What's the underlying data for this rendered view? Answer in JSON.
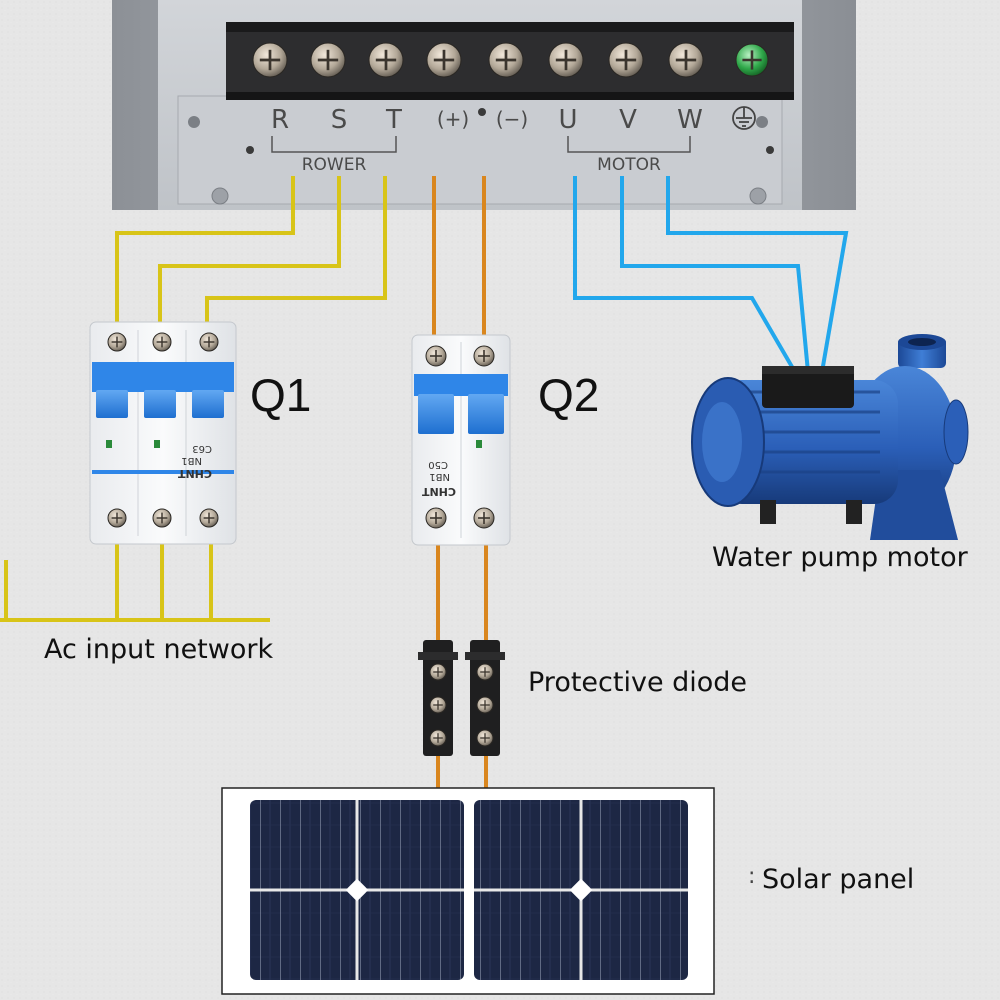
{
  "terminal_block": {
    "terminals": [
      "R",
      "S",
      "T",
      "(+)",
      "(−)",
      "U",
      "V",
      "W"
    ],
    "group_power": "ROWER",
    "group_motor": "MOTOR"
  },
  "breakers": {
    "q1": {
      "label": "Q1",
      "brand": "CHNT",
      "model": "NB1",
      "rating": "C63"
    },
    "q2": {
      "label": "Q2",
      "brand": "CHNT",
      "model": "NB1",
      "rating": "C50"
    }
  },
  "labels": {
    "pump": "Water pump motor",
    "ac_input": "Ac input network",
    "diode": "Protective diode",
    "solar": "Solar panel",
    "solar_mark": ":"
  },
  "colors": {
    "ac_wire": "#d8c418",
    "dc_wire": "#d9861e",
    "motor_wire": "#22a7ec",
    "breaker_handle": "#2f86e8",
    "pump_body": "#2b5fb8",
    "ground_terminal": "#2fa84a",
    "panel_cell": "#1d2744"
  }
}
